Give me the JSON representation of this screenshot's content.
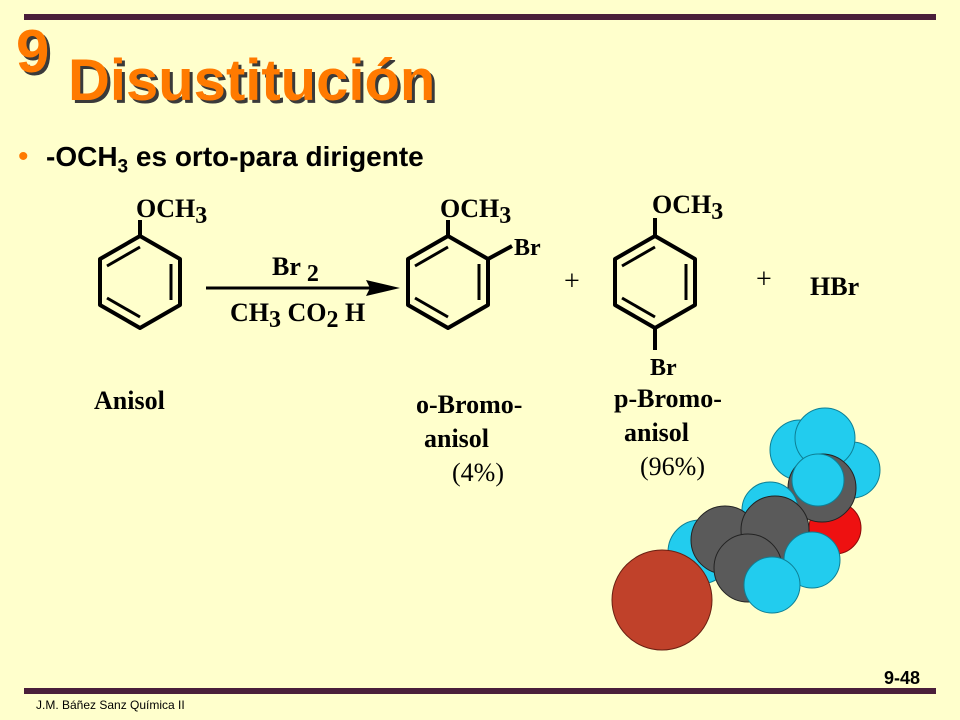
{
  "header": {
    "chapter_number": "9",
    "title": "Disustitución"
  },
  "bullet": {
    "text_main": "-OCH",
    "text_sub": "3",
    "text_rest": " es orto-para dirigente"
  },
  "reaction": {
    "reagent_top": {
      "main": "Br",
      "sub": "2"
    },
    "reagent_bottom": {
      "part1": "CH",
      "sub1": "3",
      "part2": "CO",
      "sub2": "2",
      "part3": "H"
    },
    "plus_1": "+",
    "plus_2": "+",
    "byproduct": "HBr"
  },
  "molecules": {
    "anisole": {
      "substituent_main": "OCH",
      "substituent_sub": "3",
      "name": "Anisol"
    },
    "ortho": {
      "substituent_main": "OCH",
      "substituent_sub": "3",
      "bromo": "Br",
      "name_line1": "o-Bromo-",
      "name_line2": "anisol",
      "yield": "(4%)"
    },
    "para": {
      "substituent_main": "OCH",
      "substituent_sub": "3",
      "bromo": "Br",
      "name_line1": "p-Bromo-",
      "name_line2": "anisol",
      "yield": "(96%)"
    }
  },
  "footer": {
    "slide_number": "9-48",
    "author": "J.M. Báñez Sanz Química II"
  },
  "colors": {
    "background": "#ffffcc",
    "title": "#ff7a00",
    "rule": "#4a1f3a",
    "carbon": "#5a5a5a",
    "hydrogen": "#22ccee",
    "oxygen": "#ee1111",
    "bromine": "#c0412a"
  }
}
